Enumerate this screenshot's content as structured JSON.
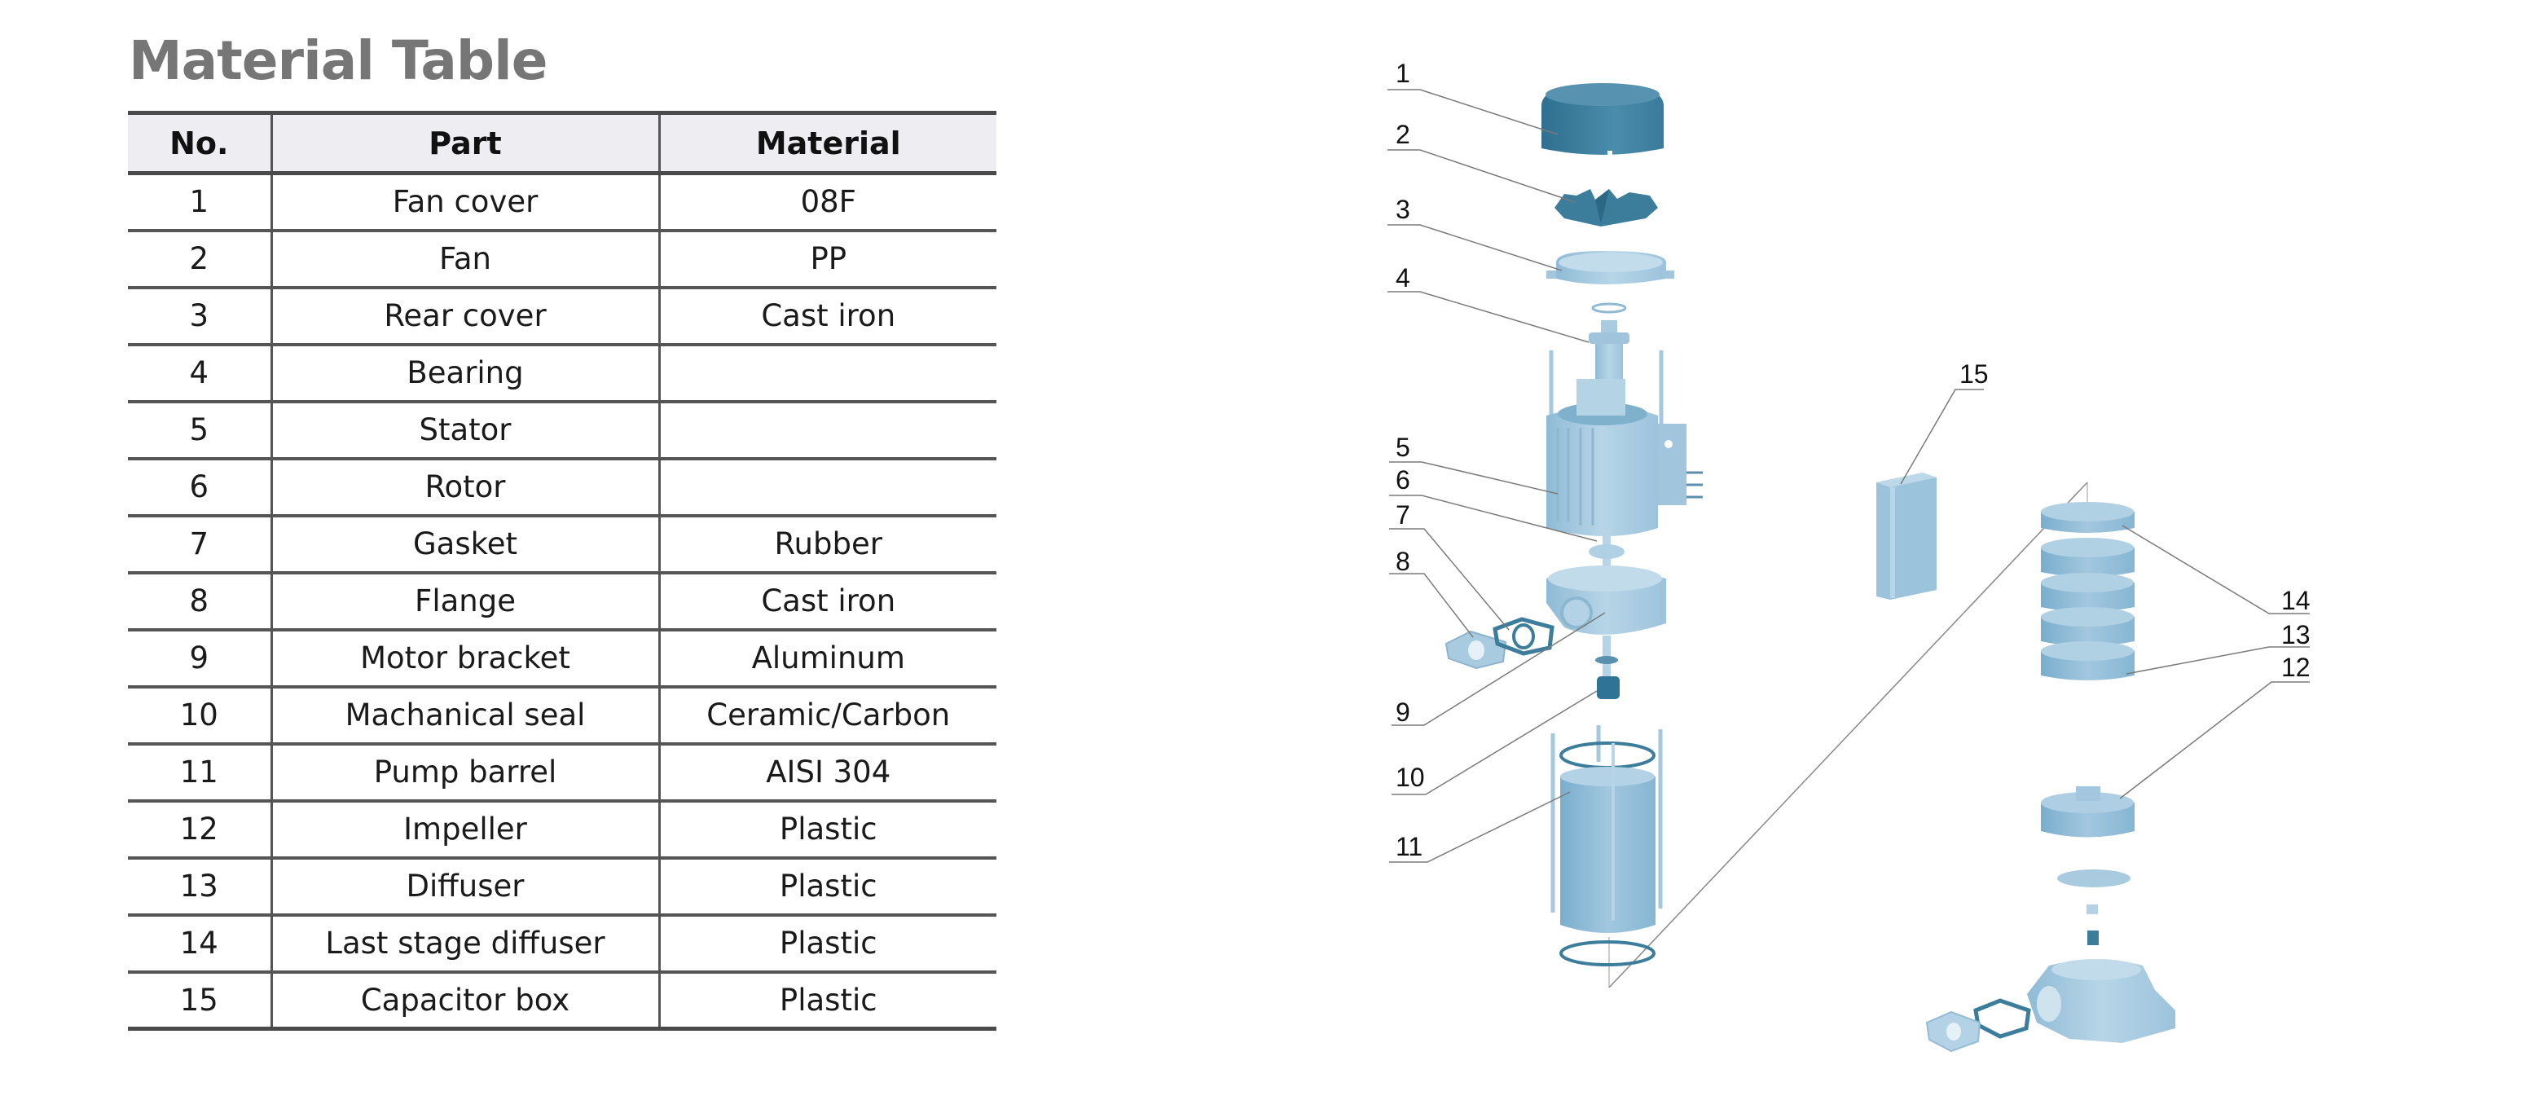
{
  "title": "Material Table",
  "table": {
    "headers": [
      "No.",
      "Part",
      "Material"
    ],
    "rows": [
      {
        "no": "1",
        "part": "Fan cover",
        "material": "08F"
      },
      {
        "no": "2",
        "part": "Fan",
        "material": "PP"
      },
      {
        "no": "3",
        "part": "Rear cover",
        "material": "Cast iron"
      },
      {
        "no": "4",
        "part": "Bearing",
        "material": ""
      },
      {
        "no": "5",
        "part": "Stator",
        "material": ""
      },
      {
        "no": "6",
        "part": "Rotor",
        "material": ""
      },
      {
        "no": "7",
        "part": "Gasket",
        "material": "Rubber"
      },
      {
        "no": "8",
        "part": "Flange",
        "material": "Cast iron"
      },
      {
        "no": "9",
        "part": "Motor bracket",
        "material": "Aluminum"
      },
      {
        "no": "10",
        "part": "Machanical seal",
        "material": "Ceramic/Carbon"
      },
      {
        "no": "11",
        "part": "Pump barrel",
        "material": "AISI 304"
      },
      {
        "no": "12",
        "part": "Impeller",
        "material": "Plastic"
      },
      {
        "no": "13",
        "part": "Diffuser",
        "material": "Plastic"
      },
      {
        "no": "14",
        "part": "Last stage diffuser",
        "material": "Plastic"
      },
      {
        "no": "15",
        "part": "Capacitor box",
        "material": "Plastic"
      }
    ]
  },
  "diagram": {
    "callouts": [
      "1",
      "2",
      "3",
      "4",
      "5",
      "6",
      "7",
      "8",
      "9",
      "10",
      "11",
      "12",
      "13",
      "14",
      "15"
    ],
    "colors": {
      "dark_part": "#3f7f9e",
      "light_part": "#a9cbe0",
      "mid_part": "#86b4d0",
      "leader_line": "#777777"
    }
  }
}
